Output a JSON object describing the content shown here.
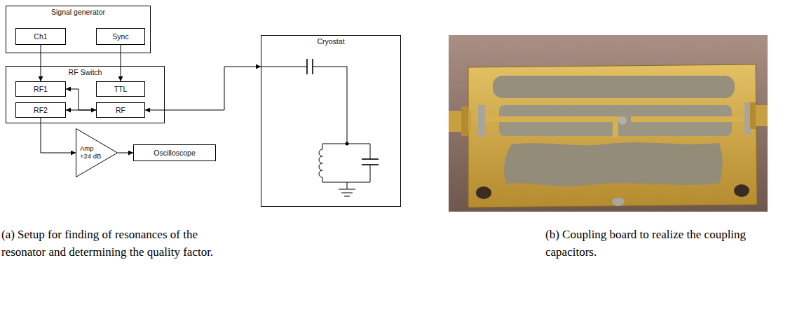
{
  "diagram": {
    "nodes": [
      {
        "text": [
          "Signal generator"
        ]
      },
      {
        "text": [
          "Ch1"
        ],
        "in": 0
      },
      {
        "text": [
          "Sync"
        ],
        "in": 0
      },
      {
        "text": [
          "RF Switch"
        ]
      },
      {
        "text": [
          "RF1"
        ],
        "in": 3
      },
      {
        "text": [
          "TTL"
        ],
        "in": 3
      },
      {
        "text": [
          "RF2"
        ],
        "in": 3
      },
      {
        "text": [
          "RF"
        ],
        "in": 3
      },
      {
        "text": [
          "Amp",
          "+24 dB"
        ]
      },
      {
        "text": [
          "Oscilloscope"
        ]
      },
      {
        "text": [
          "Cryostat"
        ]
      }
    ],
    "edges": [
      {
        "from": 1,
        "to": 4,
        "arrow": "to"
      },
      {
        "from": 2,
        "to": 5,
        "arrow": "to"
      },
      {
        "from": 7,
        "to": 4,
        "arrow": "to"
      },
      {
        "from": 6,
        "to": 7,
        "arrow": "both"
      },
      {
        "from": 7,
        "to": 10,
        "arrow": "both"
      },
      {
        "from": 6,
        "to": 8,
        "arrow": "to"
      },
      {
        "from": 8,
        "to": 9,
        "arrow": "to"
      }
    ],
    "labels": [
      "(a) Setup for finding of resonances of the resonator and determining the quality factor.",
      "(b) Coupling board to realize the coupling capacitors."
    ]
  }
}
